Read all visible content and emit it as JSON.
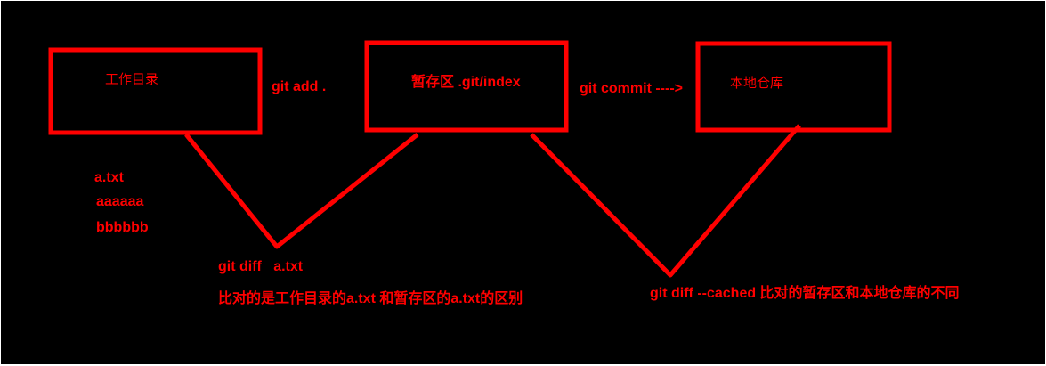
{
  "diagram": {
    "boxes": {
      "working_dir": "工作目录",
      "staging": "暂存区 .git/index",
      "local_repo": "本地仓库"
    },
    "arrows": {
      "add": "git add .",
      "commit": "git commit ---->"
    },
    "file_example": {
      "name": "a.txt",
      "line1": "aaaaaa",
      "line2": "bbbbbb"
    },
    "diff_left": {
      "command": "git diff   a.txt",
      "description": "比对的是工作目录的a.txt 和暂存区的a.txt的区别"
    },
    "diff_right": {
      "description": "git diff --cached 比对的暂存区和本地仓库的不同"
    },
    "colors": {
      "background": "#000000",
      "stroke": "#ff0000",
      "text": "#ff0000"
    }
  }
}
